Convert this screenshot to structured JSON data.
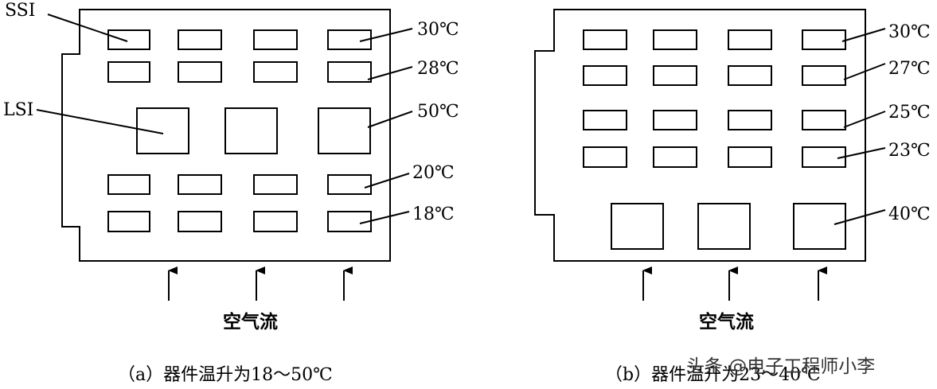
{
  "diagram_a": {
    "ssi_label": "SSI",
    "lsi_label": "LSI",
    "temps": [
      "30℃",
      "28℃",
      "50℃",
      "20℃",
      "18℃"
    ],
    "airflow_label": "空气流",
    "caption": "（a）器件温升为18～50℃"
  },
  "diagram_b": {
    "temps": [
      "30℃",
      "27℃",
      "25℃",
      "23℃",
      "40℃"
    ],
    "airflow_label": "空气流",
    "caption": "（b）器件温升为23～40℃"
  },
  "watermark": "头条 @电子工程师小李"
}
